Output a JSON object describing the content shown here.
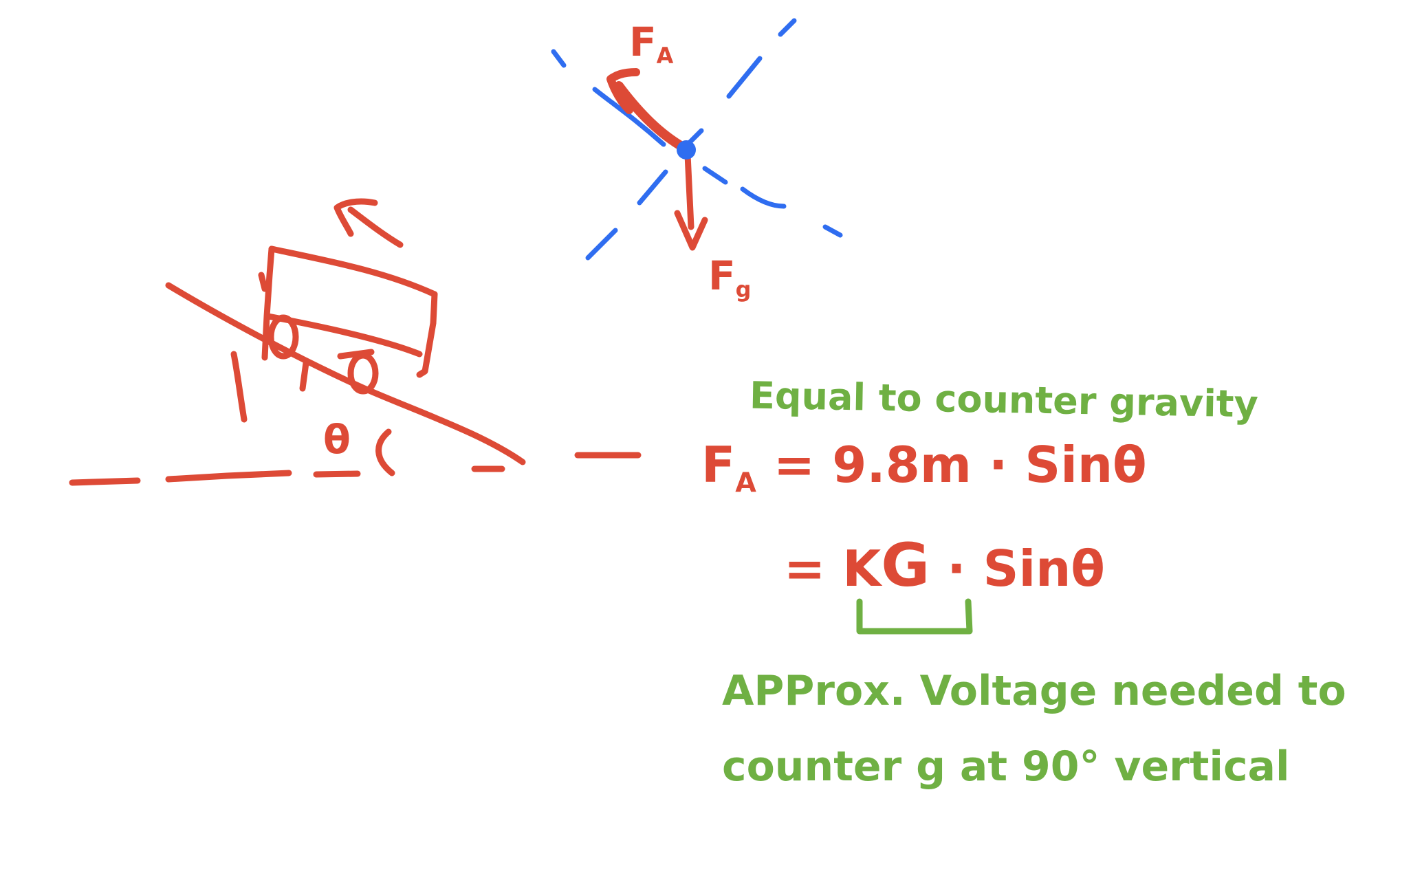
{
  "labels": {
    "force_applied": "F",
    "force_applied_sub": "A",
    "force_gravity": "F",
    "force_gravity_sub": "g",
    "angle": "θ"
  },
  "equations": {
    "line1_lhs": "F",
    "line1_lhs_sub": "A",
    "line1_rhs": "= 9.8m · Sinθ",
    "line2": "= K",
    "line2_g": "G",
    "line2_rest": "· Sinθ"
  },
  "notes": {
    "equal_note": "Equal to counter gravity",
    "approx_note_line1": "APProx. Voltage needed to",
    "approx_note_line2": "counter g at 90° vertical"
  },
  "colors": {
    "red": "#dd4a36",
    "green": "#6fb043",
    "blue": "#2f6df0"
  }
}
